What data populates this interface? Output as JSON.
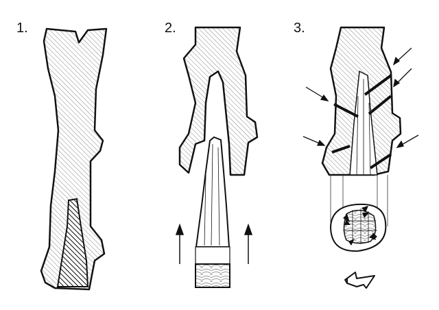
{
  "panels": [
    {
      "label": "1."
    },
    {
      "label": "2."
    },
    {
      "label": "3."
    }
  ],
  "colors": {
    "ink": "#111111",
    "paper": "#ffffff",
    "hatch": "#555555"
  }
}
